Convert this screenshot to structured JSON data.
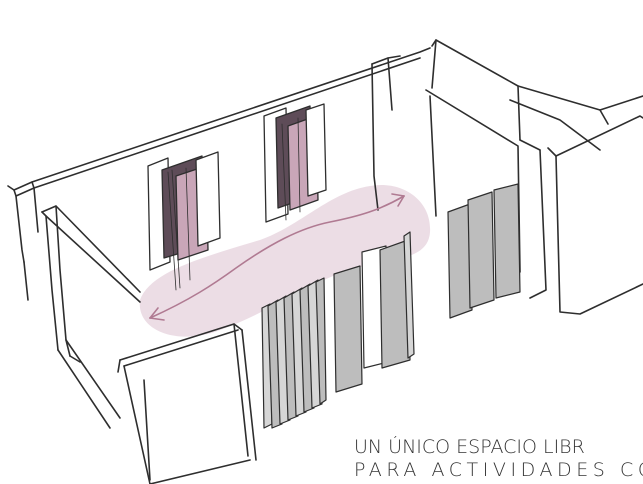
{
  "caption": {
    "line1": "UN ÚNICO ESPACIO LIBR",
    "line2": "PARA ACTIVIDADES CO"
  },
  "colors": {
    "ink": "#2e2e2e",
    "highlight": "#e6d1dc",
    "arrow": "#b07a92",
    "door_leaf": "#c9a6b8",
    "door_dark": "#5e4c58",
    "panel_grey": "#bdbdbd",
    "panel_grey_light": "#d6d6d6",
    "caption_text": "#333333"
  },
  "icons": {
    "circulation_arrow": "double-headed-arrow"
  }
}
